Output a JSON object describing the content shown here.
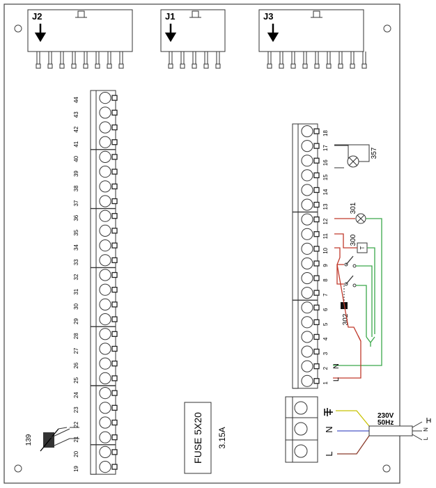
{
  "connectors": {
    "j2": "J2",
    "j1": "J1",
    "j3": "J3"
  },
  "left_terminal_numbers": [
    "44",
    "43",
    "42",
    "41",
    "40",
    "39",
    "38",
    "37",
    "36",
    "35",
    "34",
    "33",
    "32",
    "31",
    "30",
    "29",
    "28",
    "27",
    "26",
    "25",
    "24",
    "23",
    "22",
    "21",
    "20",
    "19"
  ],
  "right_terminal_numbers": [
    "18",
    "17",
    "16",
    "15",
    "14",
    "13",
    "12",
    "11",
    "10",
    "9",
    "8",
    "7",
    "6",
    "5",
    "4",
    "3",
    "2",
    "1"
  ],
  "component_labels": {
    "c357": "357",
    "c301": "301",
    "c300": "300",
    "c302": "302",
    "c139": "139",
    "thermostat_symbol": "T"
  },
  "fuse": {
    "type": "FUSE 5X20",
    "rating": "3.15A"
  },
  "power": {
    "voltage": "230V",
    "frequency": "50Hz"
  },
  "wire_letters": {
    "L": "L",
    "N": "N"
  },
  "colors": {
    "wire_red": "#c0392b",
    "wire_green": "#3aa84a",
    "wire_yellow": "#c8c200",
    "wire_blue": "#4a56c8",
    "wire_brown": "#8a3a2a"
  }
}
